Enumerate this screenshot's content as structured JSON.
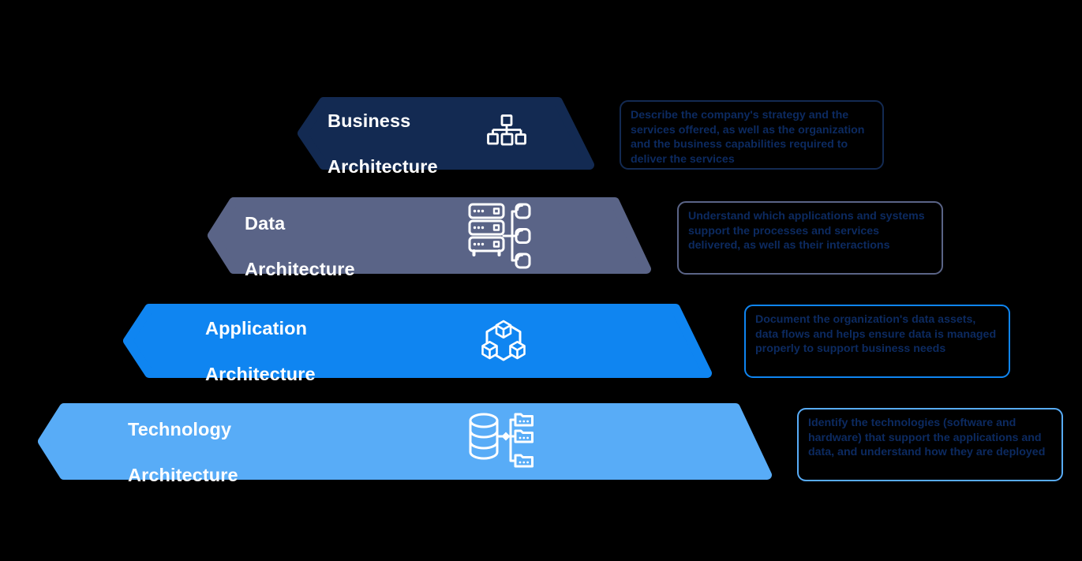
{
  "background": "#000000",
  "colors": {
    "banner_title_text": "#ffffff",
    "description_text": "#0c2a60"
  },
  "layers": [
    {
      "title_line1": "Business",
      "title_line2": "Architecture",
      "title": "Business Architecture",
      "color": "#132a52",
      "icon": "org-chart-icon",
      "description": "Describe the company's strategy and the services offered, as well as the organization and the business capabilities required to deliver the services"
    },
    {
      "title_line1": "Data",
      "title_line2": "Architecture",
      "title": "Data Architecture",
      "color": "#5a6487",
      "icon": "server-stack-icon",
      "description": "Understand which applications and systems support the processes and services delivered, as well as their interactions"
    },
    {
      "title_line1": "Application",
      "title_line2": "Architecture",
      "title": "Application Architecture",
      "color": "#0f85f1",
      "icon": "cubes-icon",
      "description": "Document the organization's data assets, data flows and helps ensure data is managed properly to support business needs"
    },
    {
      "title_line1": "Technology",
      "title_line2": "Architecture",
      "title": "Technology Architecture",
      "color": "#58acf7",
      "icon": "database-folders-icon",
      "description": "Identify the technologies (software and hardware) that support the applications and data, and understand how they are deployed"
    }
  ]
}
